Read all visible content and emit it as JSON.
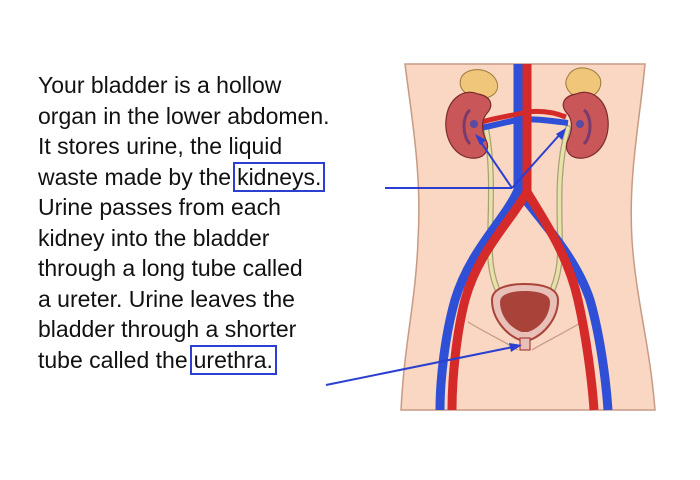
{
  "paragraph": {
    "lines": [
      "Your bladder is a hollow",
      "organ in the lower abdomen.",
      "It stores urine, the liquid",
      "waste made by the",
      "Urine passes from each",
      "kidney into the bladder",
      "through a long tube called",
      "a ureter. Urine leaves the",
      "bladder through a shorter",
      "tube called the"
    ],
    "kidneys_term": "kidneys.",
    "urethra_term": "urethra."
  },
  "colors": {
    "skin": "#f9d7c2",
    "skin_outline": "#c79a86",
    "artery": "#d42a2a",
    "vein": "#2f4fd6",
    "ureter": "#e8e2a8",
    "kidney": "#c9575a",
    "adrenal": "#f0c67a",
    "bladder": "#a9433a",
    "callout": "#2b3fd0"
  },
  "icons": {
    "kidney_left": "kidney-icon",
    "kidney_right": "kidney-icon",
    "bladder": "bladder-icon"
  }
}
